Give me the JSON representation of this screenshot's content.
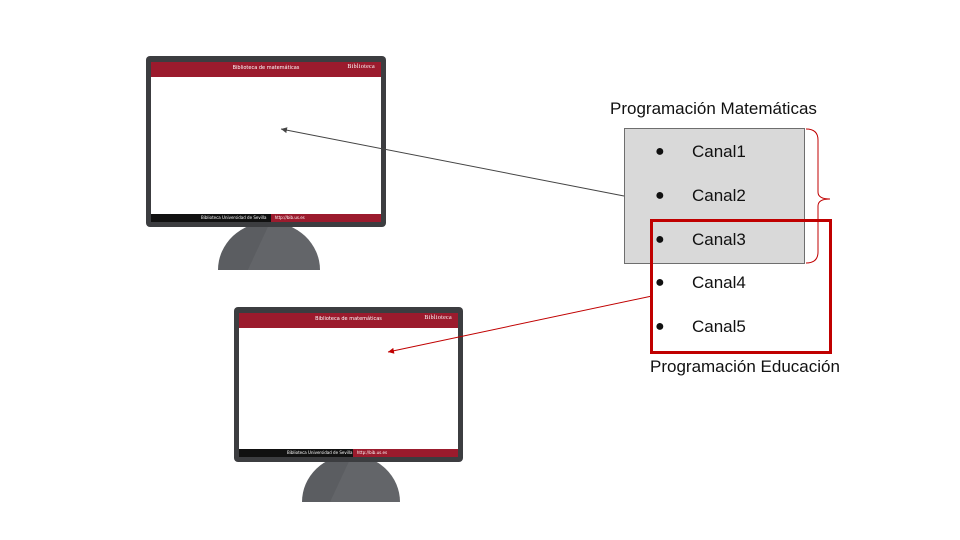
{
  "monitors": [
    {
      "title": "Biblioteca de matemáticas",
      "logo": "Biblioteca",
      "footer_left": "Biblioteca Universidad de Sevilla",
      "footer_right": "http://bib.us.es"
    },
    {
      "title": "Biblioteca de matemáticas",
      "logo": "Biblioteca",
      "footer_left": "Biblioteca Universidad de Sevilla",
      "footer_right": "http://bib.us.es"
    }
  ],
  "headings": {
    "matematicas": "Programación Matemáticas",
    "educacion": "Programación Educación"
  },
  "channels": [
    {
      "label": "Canal1",
      "bullet": "●"
    },
    {
      "label": "Canal2",
      "bullet": "●"
    },
    {
      "label": "Canal3",
      "bullet": "●"
    },
    {
      "label": "Canal4",
      "bullet": "●"
    },
    {
      "label": "Canal5",
      "bullet": "●"
    }
  ],
  "colors": {
    "accent_red": "#c00000",
    "brand_red": "#9b1b2d",
    "monitor_frame": "#3c3d40",
    "list_background": "#d9d9d9"
  }
}
